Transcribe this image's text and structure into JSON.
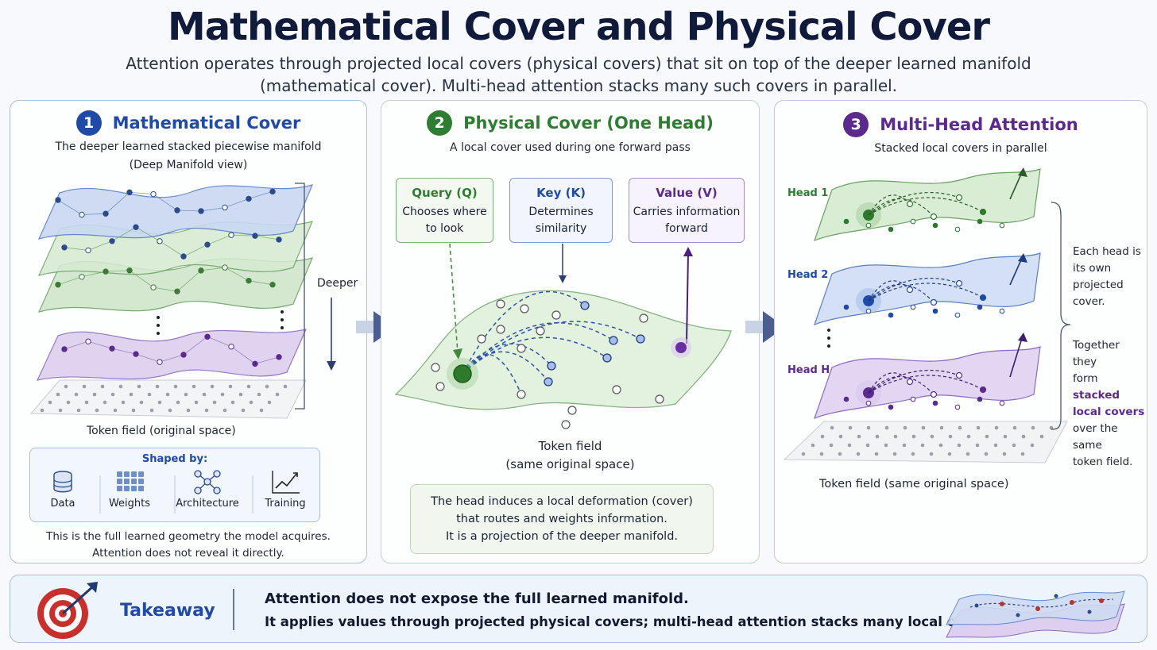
{
  "header": {
    "title": "Mathematical Cover and Physical Cover",
    "subtitle": "Attention operates through projected local covers (physical covers) that sit on top of the deeper learned manifold (mathematical cover). Multi-head attention stacks many such covers in parallel."
  },
  "colors": {
    "blue": "#1f4aa6",
    "green": "#2e7d32",
    "purple": "#5b2a8c",
    "arrow": "#4a5f8e"
  },
  "panel1": {
    "number": "1",
    "title": "Mathematical Cover",
    "desc_line1": "The deeper learned stacked piecewise manifold",
    "desc_line2": "(Deep Manifold view)",
    "deeper_label": "Deeper",
    "token_label": "Token field (original space)",
    "shaped_by": {
      "title": "Shaped by:",
      "items": [
        {
          "label": "Data",
          "icon": "database-icon"
        },
        {
          "label": "Weights",
          "icon": "grid-icon"
        },
        {
          "label": "Architecture",
          "icon": "network-icon"
        },
        {
          "label": "Training",
          "icon": "trend-chart-icon"
        }
      ]
    },
    "footer_line1": "This is the full learned geometry the model acquires.",
    "footer_line2": "Attention does not reveal it directly."
  },
  "panel2": {
    "number": "2",
    "title": "Physical Cover (One Head)",
    "desc": "A local cover used during one forward pass",
    "query": {
      "title": "Query (Q)",
      "line1": "Chooses where",
      "line2": "to look"
    },
    "key": {
      "title": "Key (K)",
      "line1": "Determines",
      "line2": "similarity"
    },
    "value": {
      "title": "Value (V)",
      "line1": "Carries information",
      "line2": "forward"
    },
    "token_line1": "Token field",
    "token_line2": "(same original space)",
    "note_line1": "The head induces a local deformation (cover)",
    "note_line2": "that routes and weights information.",
    "note_line3": "It is a projection of the deeper manifold."
  },
  "panel3": {
    "number": "3",
    "title": "Multi-Head Attention",
    "desc": "Stacked local covers in parallel",
    "heads": [
      "Head 1",
      "Head 2",
      "Head H"
    ],
    "side1": [
      "Each head is",
      "its own",
      "projected",
      "cover."
    ],
    "side2_line1": "Together they",
    "side2_pre": "form",
    "side2_hl1": "stacked",
    "side2_hl2": "local covers",
    "side2_line4": "over the same",
    "side2_line5": "token field.",
    "token_label": "Token field (same original space)"
  },
  "takeaway": {
    "label": "Takeaway",
    "line1": "Attention does not expose the full learned manifold.",
    "line2": "It applies values through projected physical covers;  multi-head attention stacks many local covers."
  }
}
